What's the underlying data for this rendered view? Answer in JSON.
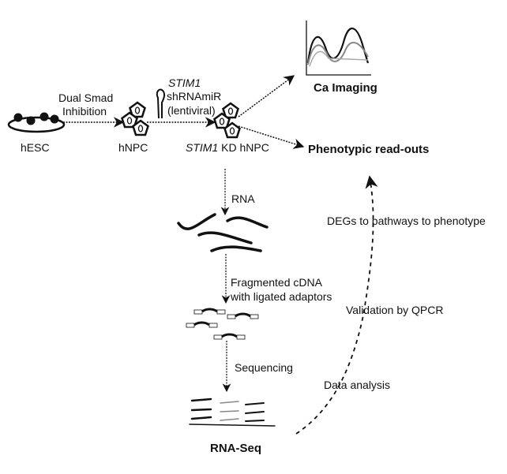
{
  "labels": {
    "hesc": "hESC",
    "dual_smad_line1": "Dual Smad",
    "dual_smad_line2": "Inhibition",
    "hnpc": "hNPC",
    "stim1": "STIM1",
    "shrnamir": "shRNAmiR",
    "lentiviral": "(lentiviral)",
    "kd_gene": "STIM1",
    "kd_rest": " KD hNPC",
    "ca_imaging": "Ca Imaging",
    "phenotypic": "Phenotypic read-outs",
    "rna": "RNA",
    "fragmented_line1": "Fragmented cDNA",
    "fragmented_line2": "with ligated adaptors",
    "sequencing": "Sequencing",
    "rna_seq": "RNA-Seq",
    "data_analysis": "Data analysis",
    "validation": "Validation by QPCR",
    "degs": "DEGs to pathways to phenotype"
  },
  "colors": {
    "ink": "#111111",
    "grey": "#888888"
  }
}
